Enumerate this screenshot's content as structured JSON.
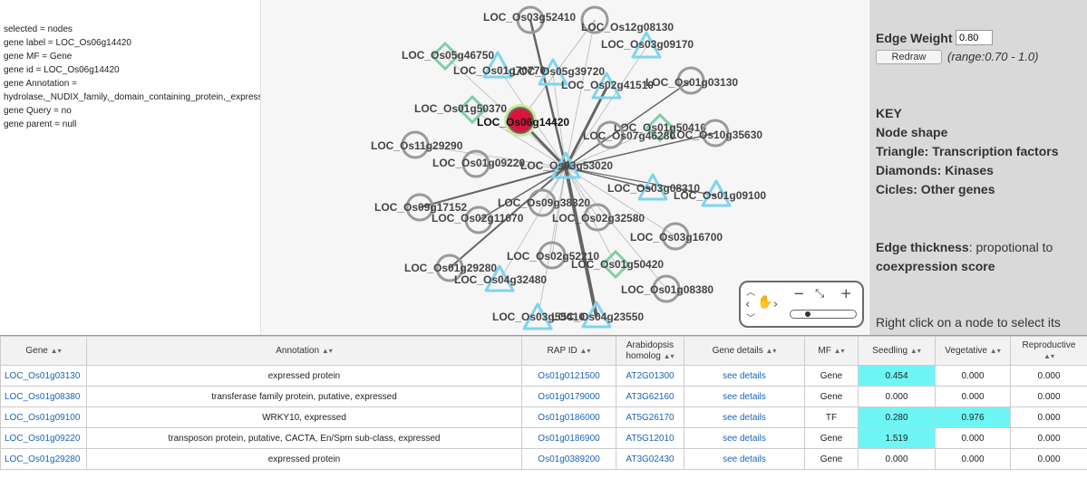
{
  "info": {
    "lines": [
      "selected = nodes",
      "gene label = LOC_Os06g14420",
      "gene MF = Gene",
      "gene id = LOC_Os06g14420",
      "gene Annotation =",
      "hydrolase,_NUDIX_family,_domain_containing_protein,_expressed",
      "gene Query = no",
      "gene parent = null"
    ]
  },
  "graph": {
    "center": "LOC_Os03g53020",
    "selected": "LOC_Os06g14420",
    "colors": {
      "triangle": "#7fd4ee",
      "diamond": "#7dcfa4",
      "circle": "#9a9a9a",
      "selected_fill": "#d9153c",
      "selected_ring": "#cde89a",
      "edge": "#555555"
    },
    "nodes": [
      {
        "id": "LOC_Os03g52410",
        "shape": "circle",
        "label": "LOC_Os03g52410"
      },
      {
        "id": "LOC_Os12g08130",
        "shape": "circle",
        "label": "LOC_Os12g08130"
      },
      {
        "id": "LOC_Os03g09170",
        "shape": "triangle",
        "label": "LOC_Os03g09170"
      },
      {
        "id": "LOC_Os05g46750",
        "shape": "diamond",
        "label": "LOC_Os05g46750"
      },
      {
        "id": "LOC_Os01g70770",
        "shape": "triangle",
        "label": "LOC_Os01g70770"
      },
      {
        "id": "LOC_Os05g39720",
        "shape": "triangle",
        "label": "LOC_Os05g39720"
      },
      {
        "id": "LOC_Os02g41510",
        "shape": "triangle",
        "label": "LOC_Os02g41510"
      },
      {
        "id": "LOC_Os01g03130",
        "shape": "circle",
        "label": "LOC_Os01g03130"
      },
      {
        "id": "LOC_Os01g50370",
        "shape": "diamond",
        "label": "LOC_Os01g50370"
      },
      {
        "id": "LOC_Os06g14420",
        "shape": "selected",
        "label": "LOC_Os06g14420"
      },
      {
        "id": "LOC_Os01g50410",
        "shape": "diamond",
        "label": "LOC_Os01g50410"
      },
      {
        "id": "LOC_Os07g46280",
        "shape": "circle",
        "label": "LOC_Os07g46280"
      },
      {
        "id": "LOC_Os10g35630",
        "shape": "circle",
        "label": "LOC_Os10g35630"
      },
      {
        "id": "LOC_Os11g29290",
        "shape": "circle",
        "label": "LOC_Os11g29290"
      },
      {
        "id": "LOC_Os01g09220",
        "shape": "circle",
        "label": "LOC_Os01g09220"
      },
      {
        "id": "LOC_Os03g53020",
        "shape": "triangle",
        "label": "LOC_Os03g53020"
      },
      {
        "id": "LOC_Os03g08310",
        "shape": "triangle",
        "label": "LOC_Os03g08310"
      },
      {
        "id": "LOC_Os01g09100",
        "shape": "triangle",
        "label": "LOC_Os01g09100"
      },
      {
        "id": "LOC_Os09g38320",
        "shape": "circle",
        "label": "LOC_Os09g38320"
      },
      {
        "id": "LOC_Os09g17152",
        "shape": "circle",
        "label": "LOC_Os09g17152"
      },
      {
        "id": "LOC_Os02g11070",
        "shape": "circle",
        "label": "LOC_Os02g11070"
      },
      {
        "id": "LOC_Os02g32580",
        "shape": "circle",
        "label": "LOC_Os02g32580"
      },
      {
        "id": "LOC_Os03g16700",
        "shape": "circle",
        "label": "LOC_Os03g16700"
      },
      {
        "id": "LOC_Os02g52210",
        "shape": "circle",
        "label": "LOC_Os02g52210"
      },
      {
        "id": "LOC_Os01g50420",
        "shape": "diamond",
        "label": "LOC_Os01g50420"
      },
      {
        "id": "LOC_Os01g29280",
        "shape": "circle",
        "label": "LOC_Os01g29280"
      },
      {
        "id": "LOC_Os04g32480",
        "shape": "triangle",
        "label": "LOC_Os04g32480"
      },
      {
        "id": "LOC_Os01g08380",
        "shape": "circle",
        "label": "LOC_Os01g08380"
      },
      {
        "id": "LOC_Os03g55410",
        "shape": "triangle",
        "label": "LOC_Os03g55410"
      },
      {
        "id": "LOC_Os04g23550",
        "shape": "triangle",
        "label": "LOC_Os04g23550"
      }
    ]
  },
  "key": {
    "edge_weight_label": "Edge Weight",
    "edge_weight_value": "0.80",
    "redraw_label": "Redraw",
    "range": "(range:0.70 - 1.0)",
    "title": "KEY",
    "node_shape": "Node shape",
    "triangle": "Triangle: Transcription factors",
    "diamonds": "Diamonds: Kinases",
    "circles": "Cicles: Other genes",
    "edge_thickness_bold": "Edge thickness",
    "edge_thickness_rest": ": propotional to",
    "edge_thickness_bold2": "coexpression score",
    "right_click": "Right click on a node to select its"
  },
  "table": {
    "headers": [
      "Gene",
      "Annotation",
      "RAP ID",
      "Arabidopsis homolog",
      "Gene details",
      "MF",
      "Seedling",
      "Vegetative",
      "Reproductive"
    ],
    "sort_glyph": "▲▾",
    "highlight_color": "#6ef6f6",
    "rows": [
      {
        "gene": "LOC_Os01g03130",
        "annotation": "expressed protein",
        "rap": "Os01g0121500",
        "homolog": "AT2G01300",
        "details": "see details",
        "mf": "Gene",
        "seedling": "0.454",
        "vegetative": "0.000",
        "reproductive": "0.000",
        "hl": [
          true,
          false,
          false
        ]
      },
      {
        "gene": "LOC_Os01g08380",
        "annotation": "transferase family protein, putative, expressed",
        "rap": "Os01g0179000",
        "homolog": "AT3G62160",
        "details": "see details",
        "mf": "Gene",
        "seedling": "0.000",
        "vegetative": "0.000",
        "reproductive": "0.000",
        "hl": [
          false,
          false,
          false
        ]
      },
      {
        "gene": "LOC_Os01g09100",
        "annotation": "WRKY10, expressed",
        "rap": "Os01g0186000",
        "homolog": "AT5G26170",
        "details": "see details",
        "mf": "TF",
        "seedling": "0.280",
        "vegetative": "0.976",
        "reproductive": "0.000",
        "hl": [
          true,
          true,
          false
        ]
      },
      {
        "gene": "LOC_Os01g09220",
        "annotation": "transposon protein, putative, CACTA, En/Spm sub-class, expressed",
        "rap": "Os01g0186900",
        "homolog": "AT5G12010",
        "details": "see details",
        "mf": "Gene",
        "seedling": "1.519",
        "vegetative": "0.000",
        "reproductive": "0.000",
        "hl": [
          true,
          false,
          false
        ]
      },
      {
        "gene": "LOC_Os01g29280",
        "annotation": "expressed protein",
        "rap": "Os01g0389200",
        "homolog": "AT3G02430",
        "details": "see details",
        "mf": "Gene",
        "seedling": "0.000",
        "vegetative": "0.000",
        "reproductive": "0.000",
        "hl": [
          false,
          false,
          false
        ]
      }
    ]
  }
}
